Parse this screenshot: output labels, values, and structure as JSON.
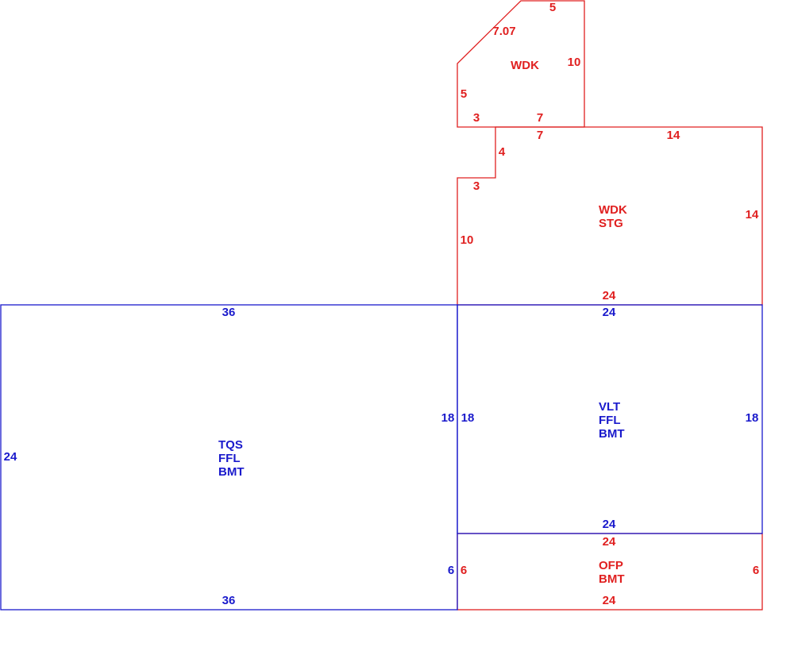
{
  "colors": {
    "exterior": "#e02020",
    "living": "#1a1acc"
  },
  "areas": {
    "wdk_upper": {
      "codes": [
        "WDK"
      ],
      "dims": {
        "top": "5",
        "diagonal": "7.07",
        "right": "10",
        "left": "5",
        "bottom_left": "3",
        "bottom": "7"
      }
    },
    "wdk_stg": {
      "codes": [
        "WDK",
        "STG"
      ],
      "dims": {
        "top_left": "7",
        "top": "14",
        "notch_vertical": "4",
        "notch_horizontal": "3",
        "left": "10",
        "right": "14",
        "bottom": "24"
      }
    },
    "tqs": {
      "codes": [
        "TQS",
        "FFL",
        "BMT"
      ],
      "dims": {
        "top": "36",
        "left": "24",
        "right_upper": "18",
        "right_lower": "6",
        "bottom": "36"
      }
    },
    "vlt": {
      "codes": [
        "VLT",
        "FFL",
        "BMT"
      ],
      "dims": {
        "top": "24",
        "left": "18",
        "right": "18",
        "bottom": "24"
      }
    },
    "ofp": {
      "codes": [
        "OFP",
        "BMT"
      ],
      "dims": {
        "top": "24",
        "left": "6",
        "right": "6",
        "bottom": "24"
      }
    }
  }
}
